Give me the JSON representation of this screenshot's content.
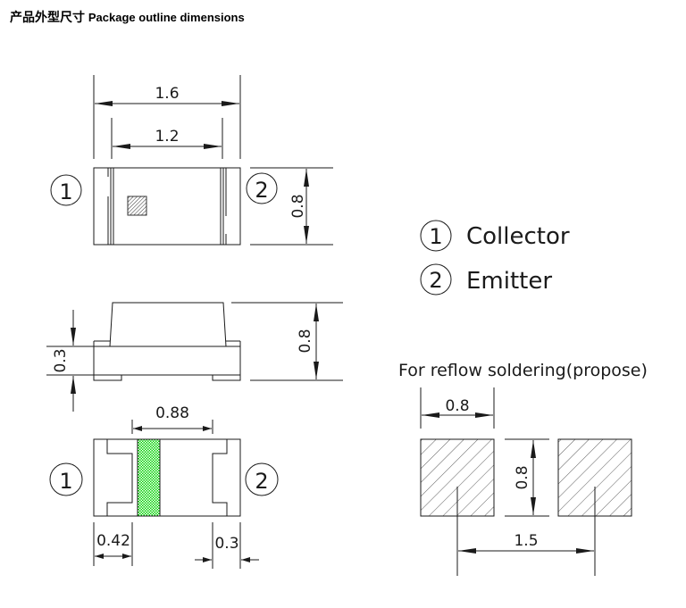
{
  "title": {
    "zh": "产品外型尺寸",
    "en": "Package outline dimensions"
  },
  "top_view": {
    "dim_overall_length": "1.6",
    "dim_inner_length": "1.2",
    "dim_height": "0.8",
    "pin1": "1",
    "pin2": "2"
  },
  "side_view": {
    "dim_base_height": "0.3",
    "dim_total_height": "0.8"
  },
  "bottom_view": {
    "dim_center": "0.88",
    "dim_left_pad": "0.42",
    "dim_right_pad": "0.3",
    "pin1": "1",
    "pin2": "2",
    "highlight_color": "#00c800"
  },
  "legend": [
    {
      "num": "1",
      "label": "Collector"
    },
    {
      "num": "2",
      "label": "Emitter"
    }
  ],
  "footprint": {
    "title": "For reflow soldering(propose)",
    "dim_pad_width": "0.8",
    "dim_pad_height": "0.8",
    "dim_pitch": "1.5"
  }
}
